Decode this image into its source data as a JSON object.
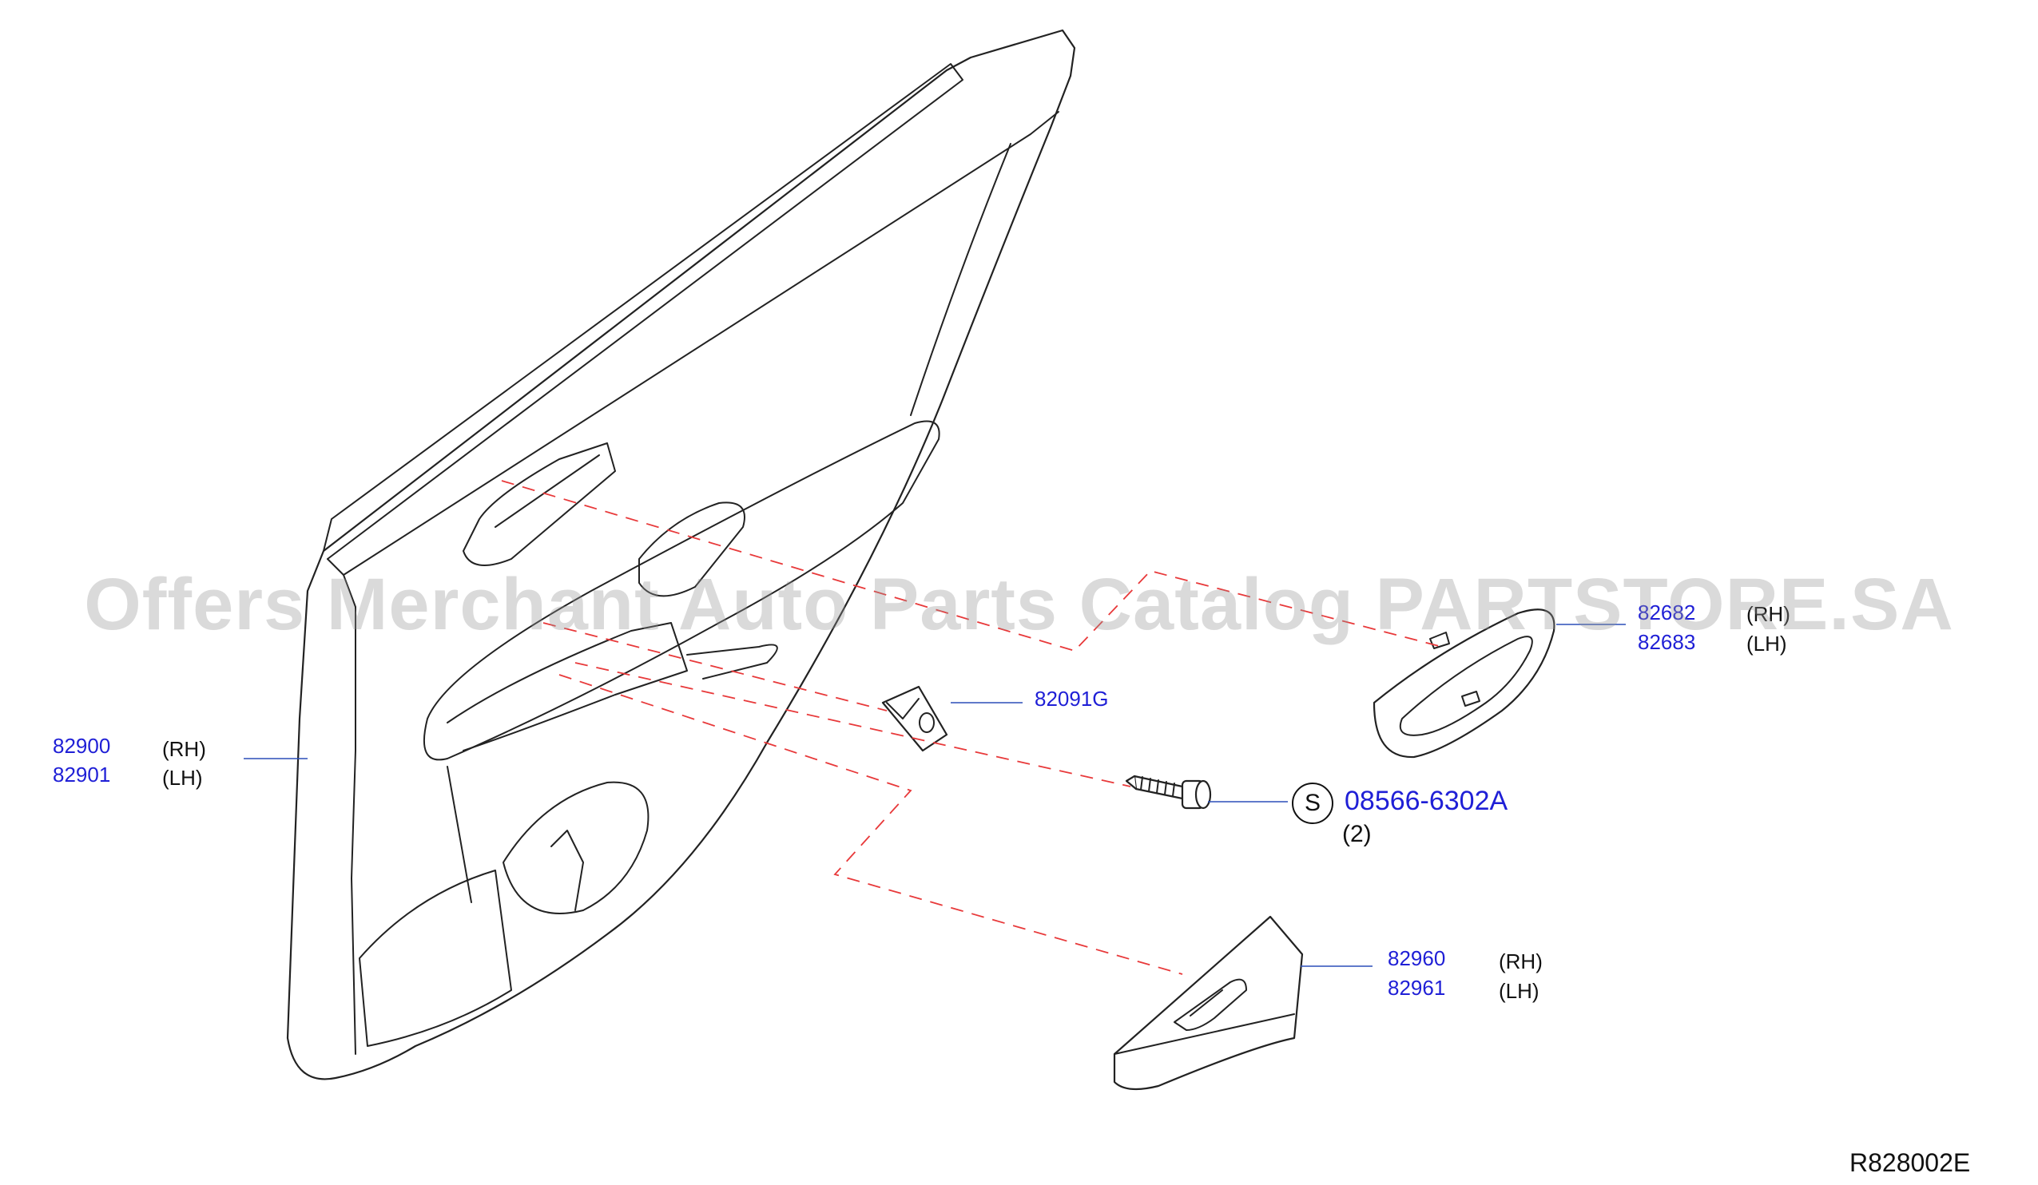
{
  "parts": {
    "door_trim": {
      "numbers": [
        "82900",
        "82901"
      ],
      "sides": [
        "(RH)",
        "(LH)"
      ]
    },
    "grip_finisher": {
      "numbers": [
        "82682",
        "82683"
      ],
      "sides": [
        "(RH)",
        "(LH)"
      ]
    },
    "clip": {
      "number": "82091G"
    },
    "screw": {
      "number": "08566-6302A",
      "symbol": "S",
      "quantity": "(2)"
    },
    "switch_finisher": {
      "numbers": [
        "82960",
        "82961"
      ],
      "sides": [
        "(RH)",
        "(LH)"
      ]
    }
  },
  "diagram_ref": "R828002E",
  "watermark": "Offers Merchant Auto Parts Catalog PARTSTORE.SA",
  "colors": {
    "part_number": "#1f1fd6",
    "leader": "#2b4fb8",
    "dashed_guide": "#e8393a",
    "outline": "#222222"
  }
}
